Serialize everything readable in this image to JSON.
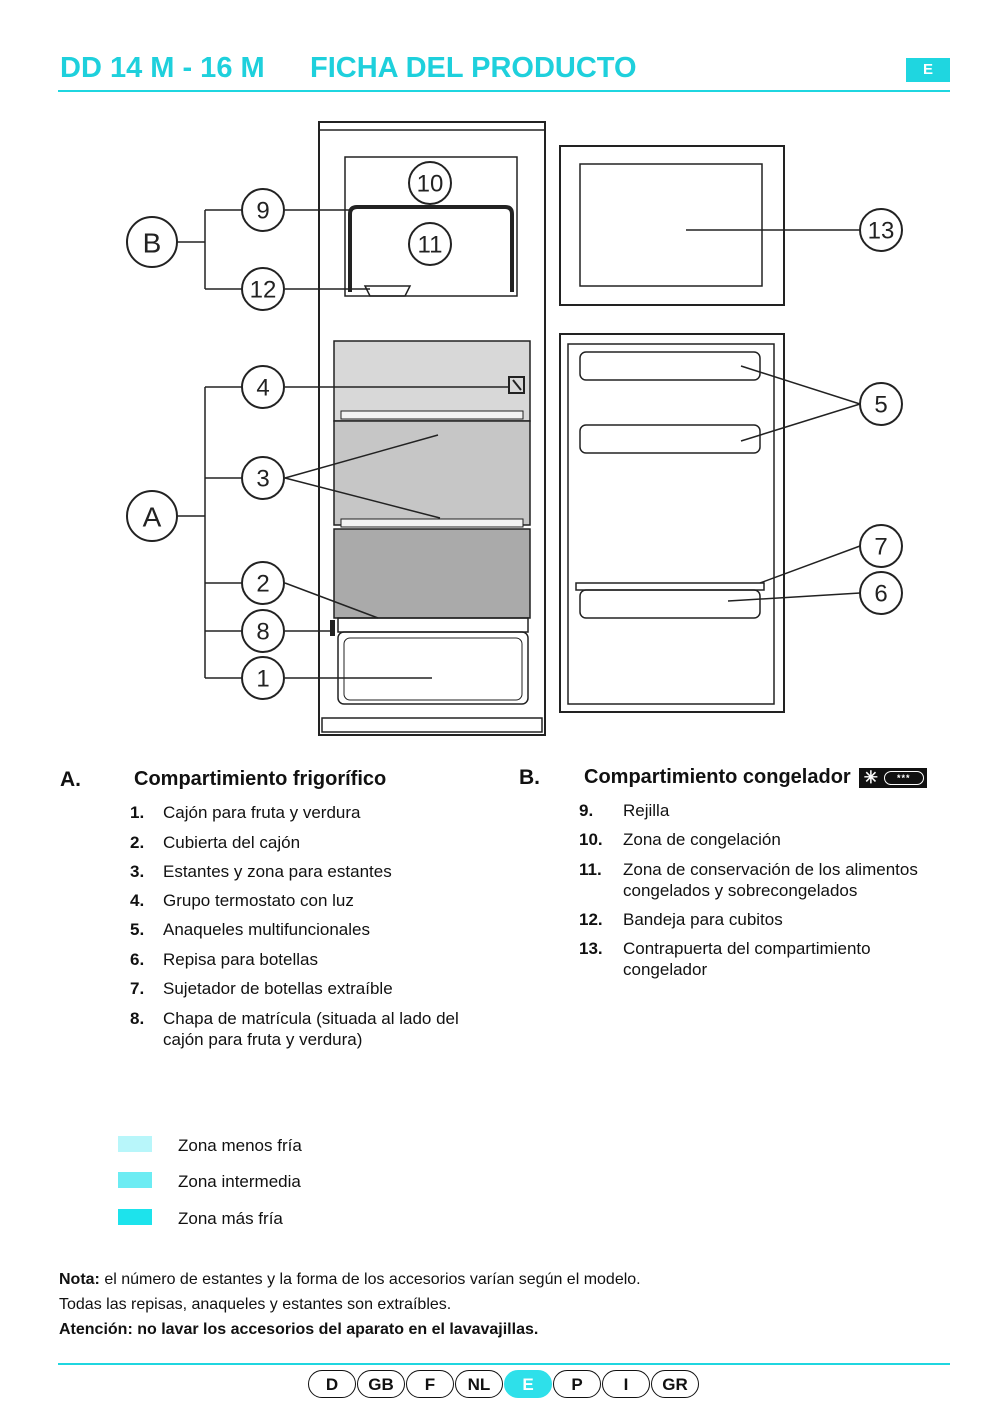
{
  "header": {
    "model": "DD 14 M - 16 M",
    "title": "FICHA DEL PRODUCTO",
    "language_badge": "E"
  },
  "diagram": {
    "group_labels": [
      "A",
      "B"
    ],
    "callouts": [
      "1",
      "2",
      "3",
      "4",
      "5",
      "6",
      "7",
      "8",
      "9",
      "10",
      "11",
      "12",
      "13"
    ]
  },
  "section_a": {
    "letter": "A.",
    "title": "Compartimiento frigorífico",
    "items": [
      {
        "num": "1.",
        "text": "Cajón para fruta y verdura"
      },
      {
        "num": "2.",
        "text": "Cubierta del cajón"
      },
      {
        "num": "3.",
        "text": "Estantes y zona para estantes"
      },
      {
        "num": "4.",
        "text": "Grupo termostato con luz"
      },
      {
        "num": "5.",
        "text": "Anaqueles multifuncionales"
      },
      {
        "num": "6.",
        "text": "Repisa para botellas"
      },
      {
        "num": "7.",
        "text": "Sujetador de botellas extraíble"
      },
      {
        "num": "8.",
        "text": "Chapa de matrícula (situada al lado del cajón para fruta y verdura)"
      }
    ]
  },
  "section_b": {
    "letter": "B.",
    "title": "Compartimiento congelador",
    "icon": "freezer-star-rating-icon",
    "icon_text": "***",
    "items": [
      {
        "num": "9.",
        "text": "Rejilla"
      },
      {
        "num": "10.",
        "text": "Zona de congelación"
      },
      {
        "num": "11.",
        "text": "Zona de conservación de los alimentos congelados y sobrecongelados"
      },
      {
        "num": "12.",
        "text": "Bandeja para cubitos"
      },
      {
        "num": "13.",
        "text": "Contrapuerta del compartimiento congelador"
      }
    ]
  },
  "legend": [
    {
      "label": "Zona menos fría",
      "color": "#b8f6fa"
    },
    {
      "label": "Zona intermedia",
      "color": "#6cecf3"
    },
    {
      "label": "Zona más fría",
      "color": "#1de3ec"
    }
  ],
  "notes": {
    "nota_label": "Nota:",
    "nota_text": " el número de estantes y la forma de los accesorios varían según el modelo.",
    "line2": "Todas las repisas, anaqueles y estantes son extraíbles.",
    "line3": "Atención: no lavar los accesorios del aparato en el lavavajillas."
  },
  "languages": [
    {
      "code": "D",
      "active": false
    },
    {
      "code": "GB",
      "active": false
    },
    {
      "code": "F",
      "active": false
    },
    {
      "code": "NL",
      "active": false
    },
    {
      "code": "E",
      "active": true
    },
    {
      "code": "P",
      "active": false
    },
    {
      "code": "I",
      "active": false
    },
    {
      "code": "GR",
      "active": false
    }
  ],
  "colors": {
    "accent": "#1fd6e0",
    "shelf_zone_gray": "#c9c9c9",
    "drawer_zone_gray": "#aaaaaa"
  }
}
